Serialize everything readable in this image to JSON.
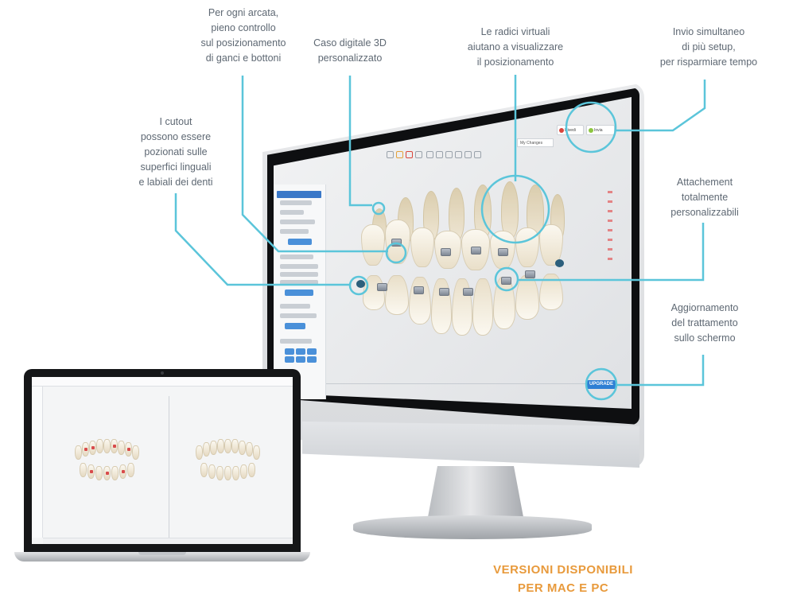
{
  "callouts": {
    "cutout": "I cutout\npossono essere\npozionati sulle\nsuperfici linguali\ne labiali dei denti",
    "arcata": "Per ogni arcata,\npieno controllo\nsul posizionamento\ndi ganci e bottoni",
    "caso": "Caso digitale 3D\npersonalizzato",
    "radici": "Le radici virtuali\naiutano a visualizzare\nil posizionamento",
    "invio": "Invio simultaneo\ndi più setup,\nper risparmiare tempo",
    "attachement": "Attachement\ntotalmente\npersonalizzabili",
    "aggiornamento": "Aggiornamento\ndel trattamento\nsullo schermo"
  },
  "headline": "VERSIONI DISPONIBILI\nPER MAC E PC",
  "app": {
    "review_label": "Rivedi",
    "submit_label": "Invia",
    "changes_dropdown": "My Changes",
    "upgrade_label": "UPGRADE"
  },
  "colors": {
    "callout_line": "#5bc5da",
    "headline": "#e89a3c",
    "accent_blue": "#2e7fd4"
  }
}
